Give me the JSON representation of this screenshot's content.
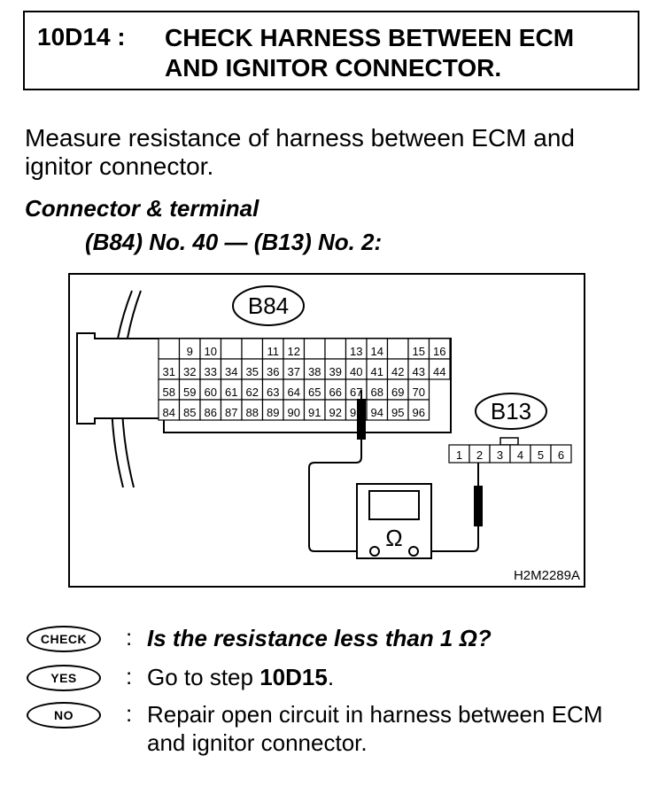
{
  "header": {
    "step_code": "10D14 :",
    "title_line1": "CHECK HARNESS BETWEEN ECM",
    "title_line2": "AND IGNITOR CONNECTOR."
  },
  "intro": "Measure resistance of harness between ECM and ignitor connector.",
  "connector": {
    "heading": "Connector & terminal",
    "spec": "(B84) No. 40 — (B13) No. 2:"
  },
  "figure": {
    "b84_label": "B84",
    "b13_label": "B13",
    "ohm_symbol": "Ω",
    "figure_id": "H2M2289A",
    "b84_row1": [
      "",
      "9",
      "10",
      "",
      "",
      "11",
      "12",
      "",
      "",
      "13",
      "14",
      "",
      "15",
      "16"
    ],
    "b84_row2": [
      "31",
      "32",
      "33",
      "34",
      "35",
      "36",
      "37",
      "38",
      "39",
      "40",
      "41",
      "42",
      "43",
      "44"
    ],
    "b84_row3": [
      "58",
      "59",
      "60",
      "61",
      "62",
      "63",
      "64",
      "65",
      "66",
      "67",
      "68",
      "69",
      "70"
    ],
    "b84_row4": [
      "84",
      "85",
      "86",
      "87",
      "88",
      "89",
      "90",
      "91",
      "92",
      "93",
      "94",
      "95",
      "96"
    ],
    "b13_pins": [
      "1",
      "2",
      "3",
      "4",
      "5",
      "6"
    ]
  },
  "check": {
    "badge": "CHECK",
    "colon": ":",
    "question": "Is the resistance less than 1 Ω?"
  },
  "yes": {
    "badge": "YES",
    "colon": ":",
    "text_prefix": "Go to step ",
    "text_step": "10D15",
    "text_suffix": "."
  },
  "no": {
    "badge": "NO",
    "colon": ":",
    "text": "Repair open circuit in harness between ECM and ignitor connector."
  }
}
